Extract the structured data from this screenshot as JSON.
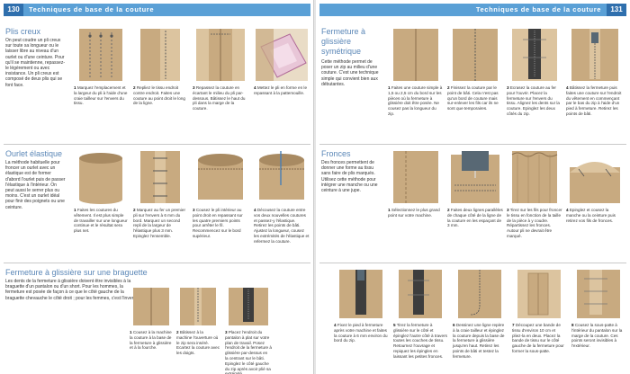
{
  "pages": {
    "left": {
      "number": "130",
      "header": "Techniques de base de la couture"
    },
    "right": {
      "number": "131",
      "header": "Techniques de base de la couture"
    }
  },
  "sections": {
    "plis_creux": {
      "title": "Plis creux",
      "intro": "On peut coudre un pli creux sur toute sa longueur ou le laisser libre au niveau d'un ourlet ou d'une ceinture. Pour qu'il se maintienne, repassez-le légèrement ou avec insistance. Un pli creux est composé de deux plis qui se font face.",
      "steps": [
        {
          "num": "1",
          "text": "Marquez l'emplacement et la largeur du pli à l'aide d'une craie tailleur sur l'envers du tissu."
        },
        {
          "num": "2",
          "text": "Repliez le tissu endroit contre endroit. Faites une couture au point droit le long de la ligne."
        },
        {
          "num": "3",
          "text": "Repassez la couture en écartant le milieu du pli par-dessous. Bâtissez le haut du pli dans la marge de la couture."
        },
        {
          "num": "4",
          "text": "Mettez le pli en forme en le repassant à la pattemouille."
        }
      ]
    },
    "fermeture_symetrique": {
      "title": "Fermeture à glissière symétrique",
      "intro": "Cette méthode permet de poser un zip au milieu d'une couture. C'est une technique simple qui convient bien aux débutantes.",
      "steps": [
        {
          "num": "1",
          "text": "Faites une couture simple à 1,5 ou 2,5 cm du bord sur les pièces où la fermeture à glissière doit être posée. Ne cousez pas la longueur du zip."
        },
        {
          "num": "2",
          "text": "Finissez la couture par le point de bâti. Cela n'est pas qu'un bord de couture mais sur-enlever les fils car ils ne sont que temporaires."
        },
        {
          "num": "3",
          "text": "Ecrasez la couture au fer pour l'ouvrir. Placez la fermeture sur l'envers du tissu. Alignez les dents sur la couture. Epinglez les deux côtés du zip."
        },
        {
          "num": "4",
          "text": "Bâtissez la fermeture puis faites une couture sur l'endroit du vêtement en commençant par le bas du zip à l'aide d'un pied à fermeture. Retirez les points de bâti."
        }
      ]
    },
    "ourlet_elastique": {
      "title": "Ourlet élastique",
      "intro": "La méthode habituelle pour froncer un ourlet avec un élastique est de former d'abord l'ourlet puis de passer l'élastique à l'intérieur. On peut aussi le serrer plus ou moins. C'est un ourlet idéal pour finir des poignets ou une ceinture.",
      "steps": [
        {
          "num": "1",
          "text": "Faites les coutures du vêtement. Il est plus simple de travailler sur une longueur continue et le résultat sera plus net."
        },
        {
          "num": "2",
          "text": "Marquez au fer un premier pli sur l'envers à 6 mm du bord. Marquez un second repli de la largeur de l'élastique plus 3 mm. Epinglez l'ensemble."
        },
        {
          "num": "3",
          "text": "Cousez le pli intérieur au point droit en repassant sur les quatre premiers points pour arrêter le fil. Recommencez sur le bord supérieur."
        },
        {
          "num": "4",
          "text": "Décousez la couture entre vos deux nouvelles coutures et passez-y l'élastique. Retirez les points de bâti. Ajustez la longueur, cousez les extrémités de l'élastique et refermez la couture."
        }
      ]
    },
    "fronces": {
      "title": "Fronces",
      "intro": "Des fronces permettent de donner une forme au tissu sans faire de plis marqués. Utilisez cette méthode pour intégrer une manche ou une ceinture à une jupe.",
      "steps": [
        {
          "num": "1",
          "text": "Sélectionnez le plus grand point sur votre machine."
        },
        {
          "num": "2",
          "text": "Faites deux lignes parallèles de chaque côté de la ligne de la couture en les espaçant de 3 mm."
        },
        {
          "num": "3",
          "text": "Tirez sur les fils pour froncer le tissu en fonction de la taille de la pièce à y coudre. Répartissez les fronces. Autour pli ne devrait être marqué."
        },
        {
          "num": "4",
          "text": "Epinglez et cousez la manche ou la ceinture puis retirez vos fils de fronces."
        }
      ]
    },
    "fermeture_braguette": {
      "title": "Fermeture à glissière sur une braguette",
      "intro": "Les dents de la fermeture à glissière doivent être invisibles à la braguette d'un pantalon ou d'un short. Pour les hommes, la fermeture est posée de façon à ce que le côté gauche de la braguette chevauche le côté droit ; pour les femmes, c'est l'inverse.",
      "steps": [
        {
          "num": "1",
          "text": "Cousez à la machine la couture à la base de la fermeture à glissière et à la fourche."
        },
        {
          "num": "2",
          "text": "Bâtissez à la machine l'ouverture où le zip sera inséré. Ecartez la couture avec les doigts."
        },
        {
          "num": "3",
          "text": "Placez l'endroit du pantalon à plat sur votre plan de travail. Posez l'endroit de la fermeture à glissière par-dessus en la centrant sur le bâti. Epinglez le côté gauche du zip après avoir plié sa extrémité."
        },
        {
          "num": "4",
          "text": "Fixez le pied à fermeture après votre machine et faites la couture à 6 mm environ du bord du zip."
        },
        {
          "num": "5",
          "text": "Tirez la fermeture à glissière sur le côté et épinglez l'autre côté à travers toutes les couches de tissu. Retournez l'ouvrage et repiquez les épingles en laissant les petites fronces."
        },
        {
          "num": "6",
          "text": "Dessinez une ligne repère à la craie tailleur et épinglez la couture depuis la base de la fermeture à glissière jusqu'en haut. Retirez les points de bâti et testez la fermeture."
        },
        {
          "num": "7",
          "text": "Découpez une bande de tissu d'environ 10 cm et pliez-la en deux. Placez la bande de tissu sur le côté gauche de la fermeture pour former la sous-patte."
        },
        {
          "num": "8",
          "text": "Cousez la sous-patte à l'intérieur du pantalon sur la marge de la couture. Ces points seront invisibles à l'extérieur."
        }
      ]
    }
  },
  "colors": {
    "header_bar": "#5aa0d6",
    "header_number": "#2f6fad",
    "section_title": "#5b87b7",
    "fabric": "#c8aa80",
    "fabric_light": "#dcc49f",
    "fabric_dark": "#a88a62",
    "board": "#586874",
    "zipper": "#3d3d3d",
    "iron": "#b06a98"
  },
  "icons": [
    "iron-icon",
    "pin-icon",
    "zipper-icon",
    "sewing-machine-foot-icon",
    "needle-icon"
  ]
}
